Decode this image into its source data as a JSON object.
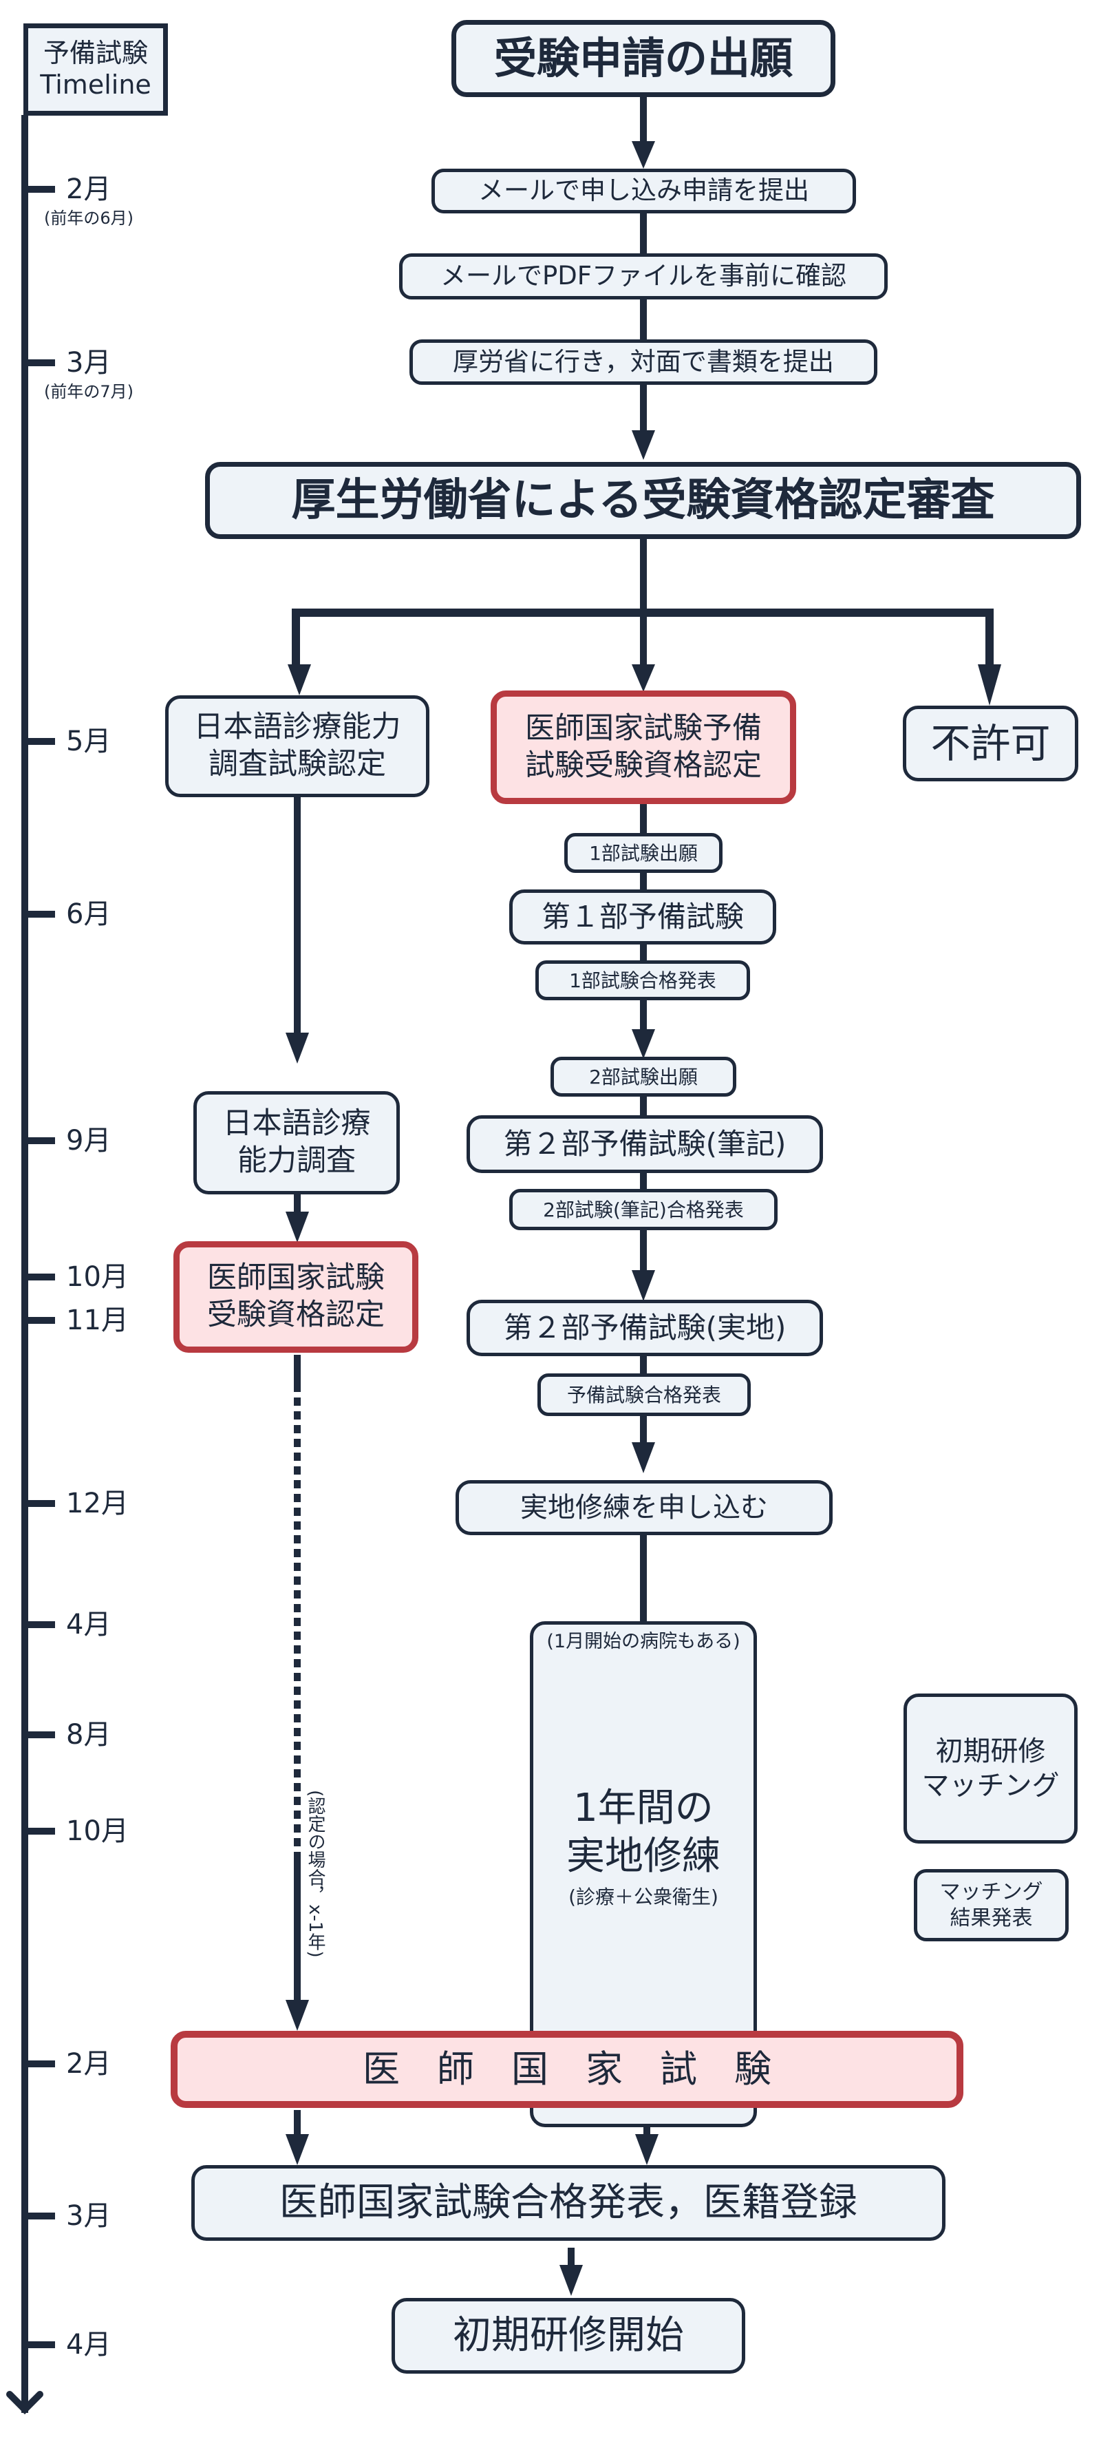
{
  "timeline": {
    "title_line1": "予備試験",
    "title_line2": "Timeline",
    "ticks": [
      {
        "label": "2月",
        "sub": "(前年の6月)"
      },
      {
        "label": "3月",
        "sub": "(前年の7月)"
      },
      {
        "label": "5月"
      },
      {
        "label": "6月"
      },
      {
        "label": "9月"
      },
      {
        "label": "10月"
      },
      {
        "label": "11月"
      },
      {
        "label": "12月"
      },
      {
        "label": "4月"
      },
      {
        "label": "8月"
      },
      {
        "label": "10月"
      },
      {
        "label": "2月"
      },
      {
        "label": "3月"
      },
      {
        "label": "4月"
      }
    ]
  },
  "nodes": {
    "application": "受験申請の出願",
    "email_submit": "メールで申し込み申請を提出",
    "email_pdf": "メールでPDFファイルを事前に確認",
    "mhlw_visit": "厚労省に行き，対面で書類を提出",
    "review": "厚生労働省による受験資格認定審査",
    "jlpt_cert_line1": "日本語診療能力",
    "jlpt_cert_line2": "調査試験認定",
    "prelim_cert_line1": "医師国家試験予備",
    "prelim_cert_line2": "試験受験資格認定",
    "rejected": "不許可",
    "part1_apply": "1部試験出願",
    "part1_exam": "第１部予備試験",
    "part1_result": "1部試験合格発表",
    "part2_apply": "2部試験出願",
    "part2_written": "第２部予備試験(筆記)",
    "part2_written_result": "2部試験(筆記)合格発表",
    "part2_practical": "第２部予備試験(実地)",
    "prelim_result": "予備試験合格発表",
    "training_apply": "実地修練を申し込む",
    "jlpt_exam_line1": "日本語診療",
    "jlpt_exam_line2": "能力調査",
    "exam_qual_line1": "医師国家試験",
    "exam_qual_line2": "受験資格認定",
    "training_note": "(1月開始の病院もある)",
    "training_line1": "1年間の",
    "training_line2": "実地修練",
    "training_sub": "(診療＋公衆衛生)",
    "matching_line1": "初期研修",
    "matching_line2": "マッチング",
    "matching_result_line1": "マッチング",
    "matching_result_line2": "結果発表",
    "dashed_note": "(認定の場合，x-1年)",
    "national_exam": "医　師　国　家　試　験",
    "pass_registration": "医師国家試験合格発表，医籍登録",
    "residency_start": "初期研修開始"
  },
  "colors": {
    "ink": "#1e293b",
    "box_fill": "#eef3f8",
    "highlight_border": "#b83a40",
    "highlight_fill": "#fde2e4"
  }
}
